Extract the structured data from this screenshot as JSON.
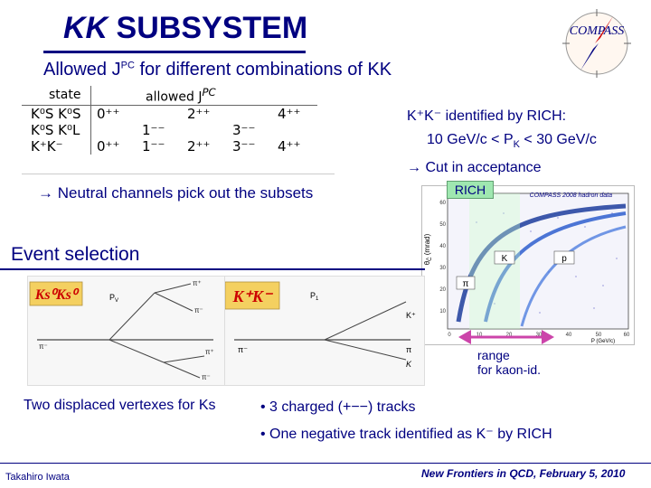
{
  "title": {
    "kk": "KK",
    "rest": " SUBSYSTEM"
  },
  "subtitle": {
    "pre": "Allowed J",
    "sup": "PC",
    "post": "  for  different combinations of KK"
  },
  "table": {
    "header_state": "state",
    "header_allowed": "allowed J",
    "header_allowed_sup": "PC",
    "rows": [
      {
        "state": "K⁰S K⁰S",
        "c1": "0⁺⁺",
        "c2": "",
        "c3": "2⁺⁺",
        "c4": "",
        "c5": "4⁺⁺"
      },
      {
        "state": "K⁰S K⁰L",
        "c1": "",
        "c2": "1⁻⁻",
        "c3": "",
        "c4": "3⁻⁻",
        "c5": ""
      },
      {
        "state": "K⁺K⁻",
        "c1": "0⁺⁺",
        "c2": "1⁻⁻",
        "c3": "2⁺⁺",
        "c4": "3⁻⁻",
        "c5": "4⁺⁺"
      }
    ]
  },
  "neutral_text": "→ Neutral channels pick out the subsets",
  "kk_identification": {
    "line1": "K⁺K⁻  identified by  RICH:",
    "line2": "10 GeV/c < P",
    "line2_sub": "K",
    "line2_post": " < 30 GeV/c",
    "line3": "→  Cut in acceptance",
    "rich_label": "RICH"
  },
  "compass_logo": "COMPASS",
  "event_selection": "Event selection",
  "diagram_ks": {
    "label": "Ks⁰Ks⁰",
    "pv": "P",
    "pv_sub": "V",
    "tracks": [
      "π⁺",
      "π⁻",
      "π⁺",
      "π⁻",
      "π⁻"
    ]
  },
  "diagram_kk": {
    "label": "K⁺K⁻",
    "pv": "P",
    "pv_sub": "1",
    "kplus": "K⁺",
    "piminus": "π⁻",
    "pi": "π",
    "k": "K"
  },
  "rich_plot": {
    "header": "COMPASS 2008 hadron data",
    "ylabel": "θ",
    "ylabel_sub": "Č",
    "ylabel_unit": " (mrad)",
    "xlabel": "P (GeV/c)",
    "labels": [
      "K",
      "p",
      "π"
    ],
    "y_ticks": [
      "60",
      "50",
      "40",
      "30",
      "20",
      "10"
    ],
    "x_ticks": [
      "0",
      "10",
      "20",
      "30",
      "40",
      "50",
      "60"
    ]
  },
  "range_text": {
    "line1": "range",
    "line2": "for kaon-id."
  },
  "caption_ks": "Two displaced vertexes for Ks",
  "bullets": [
    "• 3 charged (+−−) tracks",
    "• One negative track  identified as K⁻ by RICH"
  ],
  "footer_left": "Takahiro Iwata",
  "footer_right": "New Frontiers in QCD,  February 5, 2010",
  "colors": {
    "navy": "#000080",
    "rich_green": "#9fe7b0",
    "logo_red": "#cc0000"
  }
}
